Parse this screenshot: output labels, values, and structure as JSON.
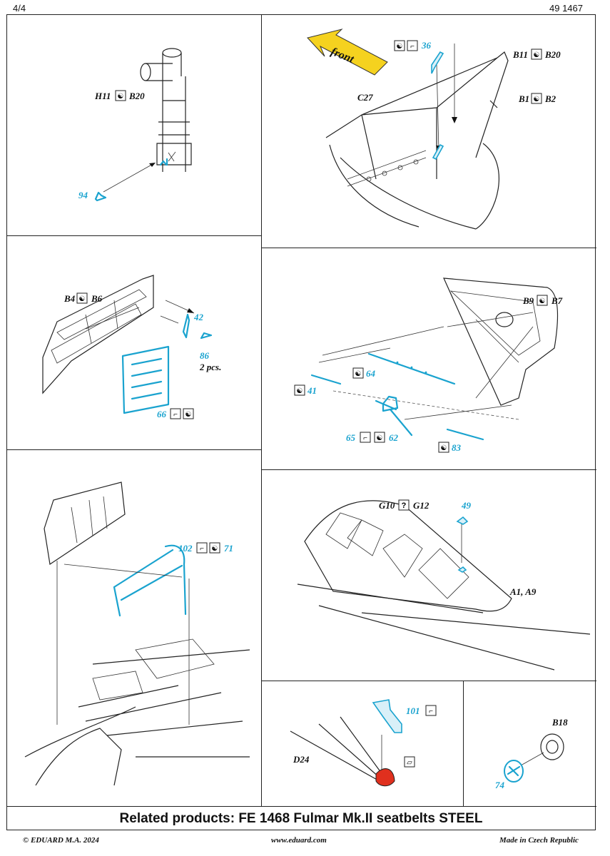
{
  "header": {
    "page": "4/4",
    "code": "49 1467"
  },
  "callouts": {
    "p1": {
      "ref_a": "H11",
      "ref_b": "B20",
      "part": "94"
    },
    "p2": {
      "front": "front",
      "part": "36",
      "c27": "C27",
      "b11": "B11",
      "b20": "B20",
      "b1": "B1",
      "b2": "B2"
    },
    "p3": {
      "b4": "B4",
      "b6": "B6",
      "p42": "42",
      "p86": "86",
      "pcs": "2 pcs.",
      "p66": "66"
    },
    "p4": {
      "b9": "B9",
      "b7": "B7",
      "p64": "64",
      "p41": "41",
      "p65": "65",
      "p62": "62",
      "p83": "83"
    },
    "p5": {
      "p102": "102",
      "p71": "71"
    },
    "p6": {
      "g10": "G10",
      "q": "?",
      "g12": "G12",
      "p49": "49",
      "a": "A1, A9"
    },
    "p7": {
      "p101": "101",
      "d24": "D24"
    },
    "p8": {
      "b18": "B18",
      "p74": "74"
    }
  },
  "footer": {
    "related": "Related products: FE 1468 Fulmar Mk.II seatbelts STEEL",
    "copyright": "© EDUARD  M.A. 2024",
    "website": "www.eduard.com",
    "made_in": "Made in Czech Republic"
  },
  "colors": {
    "part_cyan": "#1aa3cf",
    "front_arrow": "#f5d21f",
    "paint_red": "#e0301e"
  }
}
